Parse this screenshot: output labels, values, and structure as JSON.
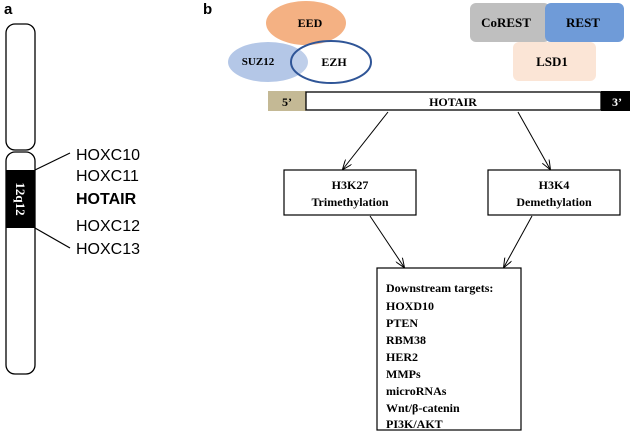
{
  "panel_a": {
    "label": "a",
    "band_label": "12q12",
    "genes": [
      "HOXC10",
      "HOXC11",
      "HOTAIR",
      "HOXC12",
      "HOXC13"
    ]
  },
  "panel_b": {
    "label": "b",
    "complex_prc2": {
      "eed": "EED",
      "suz12": "SUZ12",
      "ezh": "EZH"
    },
    "complex_lsd1": {
      "corest": "CoREST",
      "rest": "REST",
      "lsd1": "LSD1"
    },
    "transcript": {
      "five_prime": "5’",
      "name": "HOTAIR",
      "three_prime": "3’"
    },
    "h3k27": {
      "line1": "H3K27",
      "line2": "Trimethylation"
    },
    "h3k4": {
      "line1": "H3K4",
      "line2": "Demethylation"
    },
    "targets": {
      "header": "Downstream targets:",
      "items": [
        "HOXD10",
        "PTEN",
        "RBM38",
        "HER2",
        "MMPs",
        "microRNAs",
        "Wnt/β-catenin",
        "PI3K/AKT"
      ]
    }
  },
  "colors": {
    "eed": "#f4b183",
    "suz12": "#b4c7e7",
    "ezh_stroke": "#2f5597",
    "corest": "#bfbfbf",
    "rest": "#6f9bd8",
    "lsd1": "#fbe5d6",
    "five_prime": "#c4b995",
    "three_prime": "#000000"
  }
}
